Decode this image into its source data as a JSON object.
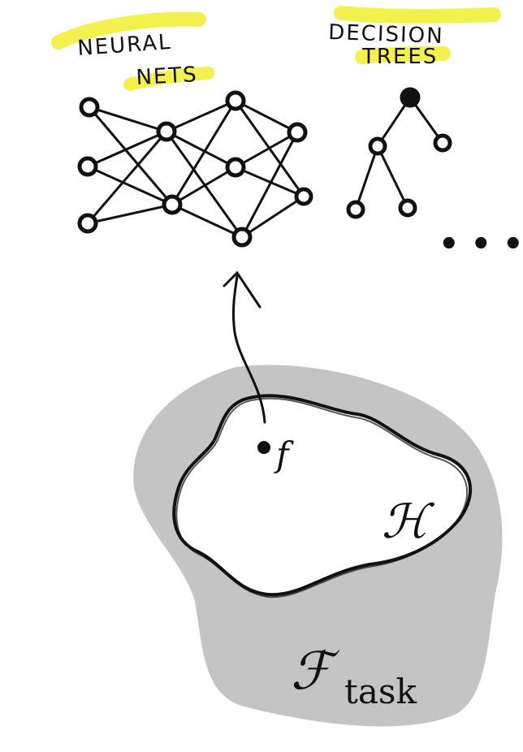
{
  "labels": {
    "neural_nets_line1": "NEURAL",
    "neural_nets_line2": "NETS",
    "decision_trees_line1": "DECISION",
    "decision_trees_line2": "TREES",
    "ellipsis": "• • •",
    "hypothesis_symbol": "ℋ",
    "function_symbol": "f",
    "task_space_symbol": "ℱ",
    "task_space_subscript": "task"
  },
  "colors": {
    "highlighter": "#f2ef3a",
    "task_region": "#c4c4c4",
    "ink": "#111111",
    "background": "#ffffff"
  }
}
